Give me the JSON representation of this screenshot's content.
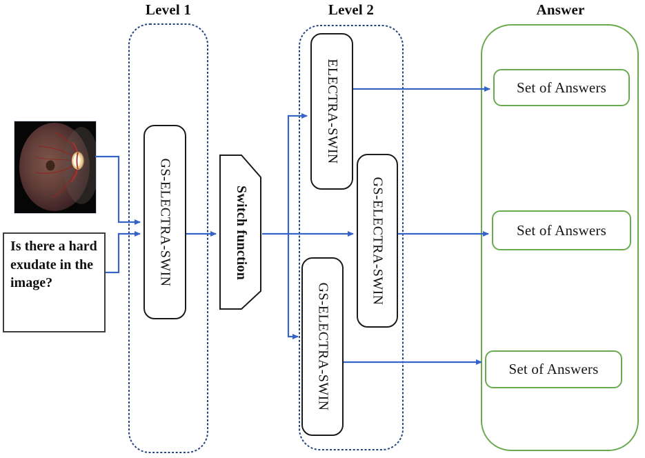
{
  "headers": {
    "level1": "Level 1",
    "level2": "Level 2",
    "answer": "Answer"
  },
  "question_box": {
    "text": "Is there a hard exudate in the image?"
  },
  "icons": {
    "fundus_image": "retinal-fundus-photograph"
  },
  "level1": {
    "boxes": [
      {
        "label": "GS-ELECTRA-SWIN"
      }
    ]
  },
  "switch_function": {
    "label": "Switch function"
  },
  "level2": {
    "boxes": [
      {
        "label": "ELECTRA-SWIN"
      },
      {
        "label": "GS-ELECTRA-SWIN"
      },
      {
        "label": "GS-ELECTRA-SWIN"
      }
    ]
  },
  "answers": {
    "boxes": [
      {
        "label": "Set of Answers"
      },
      {
        "label": "Set of Answers"
      },
      {
        "label": "Set of Answers"
      }
    ]
  },
  "colors": {
    "arrow_blue": "#3563C7",
    "dashed_container_blue": "#24427E",
    "answer_green": "#6AAA4F",
    "node_border": "#1a1a1a"
  }
}
